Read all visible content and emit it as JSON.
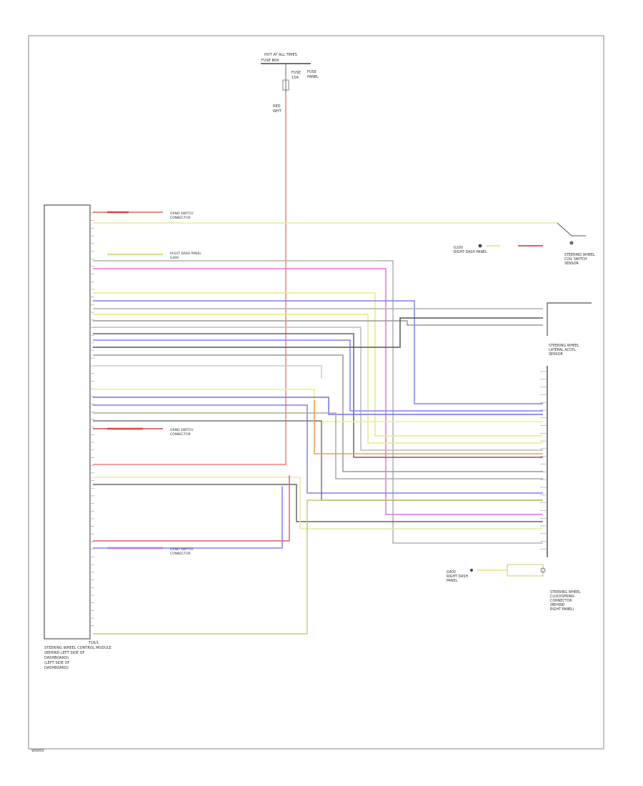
{
  "header": {
    "lines": [
      "HOT AT ALL TIMES",
      "FUSE BOX"
    ],
    "fuse_label": [
      "FUSE",
      "15A"
    ],
    "fuse_right": [
      "FUSE",
      "PANEL"
    ],
    "wire_label": [
      "RED",
      "WHT"
    ]
  },
  "module": {
    "lines": [
      "STEERING WHEEL CONTROL MODULE",
      "(BEHIND LEFT SIDE OF",
      "DASHBOARD)",
      "(LEFT SIDE OF",
      "DASHBOARD)"
    ],
    "connector": "T16/1"
  },
  "right_labels": {
    "switch": [
      "STEERING WHEEL",
      "COIL SWITCH",
      "SENSOR"
    ],
    "sensor": [
      "STEERING WHEEL",
      "LATERAL ACCEL",
      "SENSOR"
    ],
    "connector_block": [
      "STEERING WHEEL",
      "CLOCKSPRING",
      "CONNECTOR",
      "(BEHIND",
      "RIGHT PANEL)"
    ],
    "ground_top": [
      "G200",
      "RIGHT DASH PANEL"
    ],
    "ground_bottom": [
      "G400",
      "RIGHT DASH",
      "PANEL"
    ]
  },
  "side_notes": {
    "top_left": [
      "GRND SWITCH",
      "CONNECTOR"
    ],
    "second": [
      "RIGHT DASH PANEL",
      "G400"
    ],
    "mid": [
      "GRND SWITCH",
      "CONNECTOR"
    ],
    "lower": [
      "GRND SWITCH",
      "CONNECTOR"
    ]
  },
  "footer": "W0000"
}
